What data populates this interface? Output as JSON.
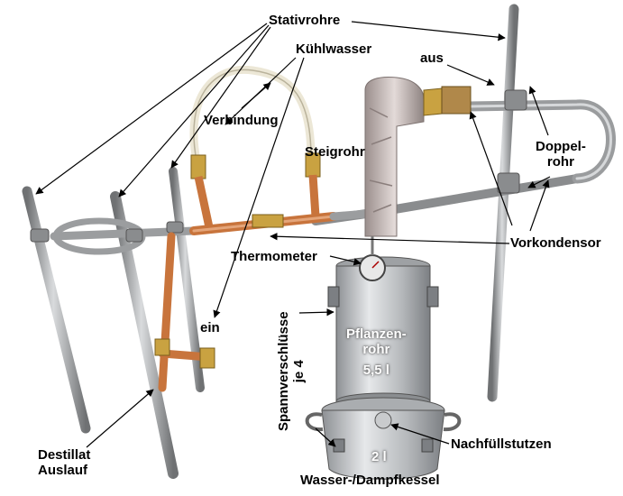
{
  "labels": {
    "stativrohre": "Stativrohre",
    "kuehlwasser": "Kühlwasser",
    "aus": "aus",
    "verbindung": "Verbindung",
    "steigrohr": "Steigrohr",
    "doppelrohr_line1": "Doppel-",
    "doppelrohr_line2": "rohr",
    "thermometer": "Thermometer",
    "vorkondensor": "Vorkondensor",
    "spannverschluesse_line1": "Spannverschlüsse",
    "spannverschluesse_line2": "je 4",
    "ein": "ein",
    "pflanzenrohr_line1": "Pflanzen-",
    "pflanzenrohr_line2": "rohr",
    "pflanzenrohr_volume": "5,5 l",
    "kessel_volume": "2 l",
    "nachfuellstutzen": "Nachfüllstutzen",
    "destillat_line1": "Destillat",
    "destillat_line2": "Auslauf",
    "wasser_dampfkessel": "Wasser-/Dampfkessel"
  },
  "colors": {
    "steel": "#a7a9ab",
    "steel_dark": "#6f7173",
    "copper": "#c8743c",
    "brass": "#c9a241",
    "foil": "#c4b9b6",
    "hose": "#ece7d6",
    "pot": "#bfc2c5",
    "arrow": "#000000"
  }
}
